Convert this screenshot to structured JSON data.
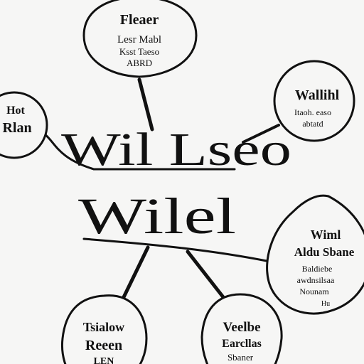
{
  "diagram": {
    "title_line1": "Wil Lseo",
    "title_line2": "Wilel",
    "nodes": {
      "top": [
        "Fleaer",
        "Lesr Mabl",
        "Ksst Taeso",
        "ABRD"
      ],
      "top_right": [
        "Wallihl",
        "Itaoh. easo",
        "abtatd"
      ],
      "left": [
        "Hot",
        "Rlan"
      ],
      "right": [
        "Wiml",
        "Aldu Sbane",
        "Baldiebe",
        "awdnsilsaa",
        "Nounam",
        "Hu"
      ],
      "bottom_left": [
        "Tsialow",
        "Reeen",
        "LEN"
      ],
      "bottom_center": [
        "Veelbe",
        "Earcllas",
        "Sbaner"
      ]
    }
  }
}
